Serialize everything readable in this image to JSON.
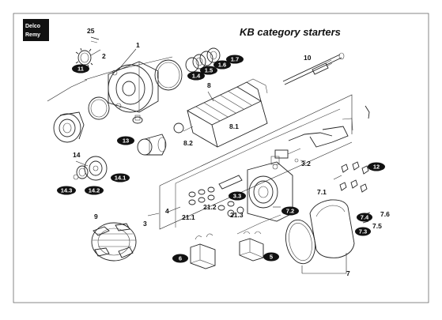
{
  "title": "KB category starters",
  "logo": {
    "line1": "Delco",
    "line2": "Remy",
    "color": "#111111"
  },
  "labels": {
    "n1": "1",
    "n2": "2",
    "n3": "3",
    "n4": "4",
    "n5": "5",
    "n6": "6",
    "n7": "7",
    "n8": "8",
    "n9": "9",
    "n10": "10",
    "n14": "14",
    "n25": "25",
    "n3_2": "3.2",
    "n7_1": "7.1",
    "n7_5": "7.5",
    "n7_6": "7.6",
    "n8_1": "8.1",
    "n8_2": "8.2",
    "n21_1": "21.1",
    "n21_2": "21.2",
    "n21_3": "21.3"
  },
  "badges": {
    "b11": "11",
    "b13": "13",
    "b1_4": "1.4",
    "b1_5": "1.5",
    "b1_6": "1.6",
    "b1_7": "1.7",
    "b14_1": "14.1",
    "b14_2": "14.2",
    "b14_3": "14.3",
    "b12": "12",
    "b3_3": "3.3",
    "b7_2": "7.2",
    "b7_3": "7.3",
    "b7_4": "7.4",
    "b6": "6",
    "b5": "5"
  }
}
